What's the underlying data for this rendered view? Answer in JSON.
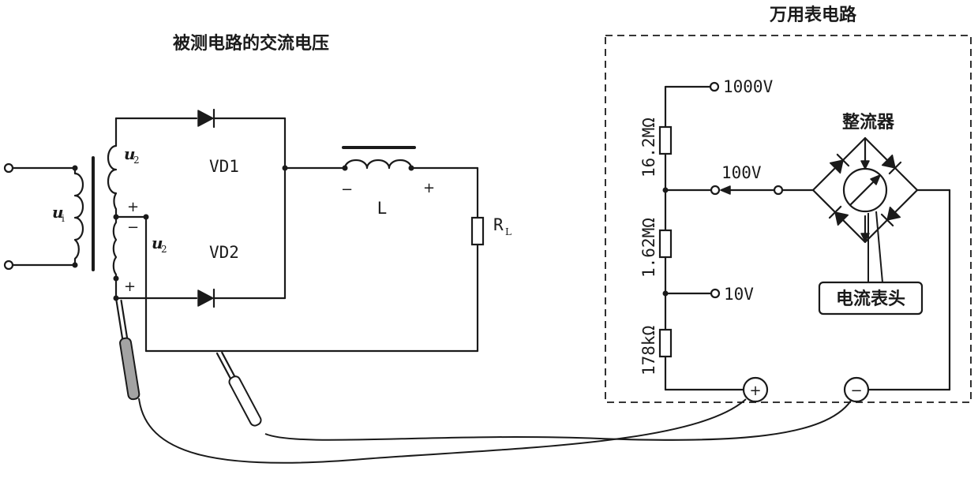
{
  "titles": {
    "left": "被测电路的交流电压",
    "right": "万用表电路"
  },
  "labels": {
    "ui_main": "u",
    "ui_sub": "i",
    "u2_top_main": "u",
    "u2_top_sub": "2",
    "u2_bot_main": "u",
    "u2_bot_sub": "2",
    "vd1": "VD1",
    "vd2": "VD2",
    "inductor": "L",
    "rl_main": "R",
    "rl_sub": "L",
    "plus": "+",
    "minus": "−",
    "r1": "16.2MΩ",
    "r2": "1.62MΩ",
    "r3": "178kΩ",
    "range_1000v": "1000V",
    "range_100v": "100V",
    "range_10v": "10V",
    "rectifier": "整流器",
    "meter": "电流表头",
    "probe_plus": "+",
    "probe_minus": "−"
  }
}
